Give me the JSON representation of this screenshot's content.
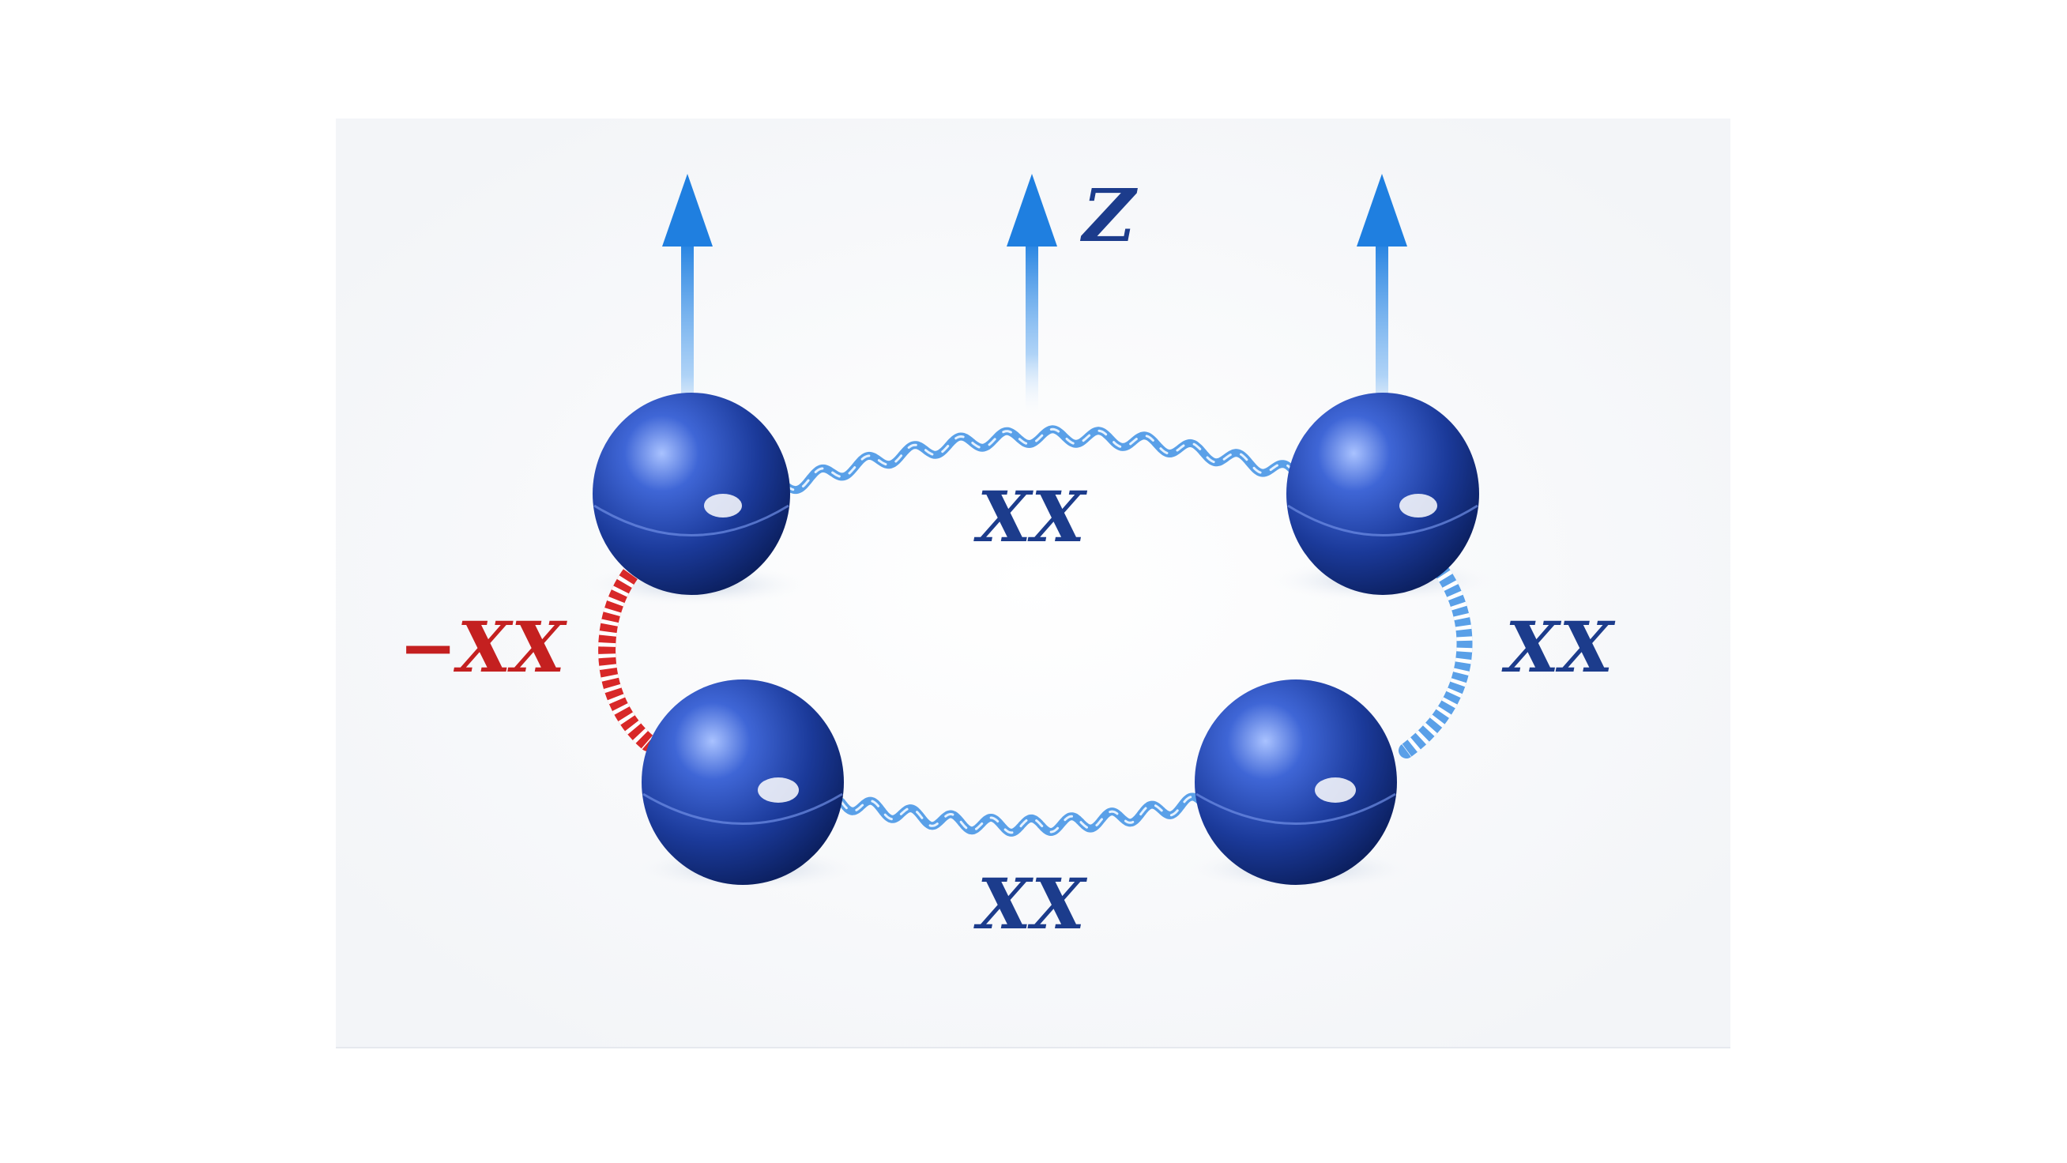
{
  "diagram": {
    "axis_label": "Z",
    "labels": {
      "top_edge": "XX",
      "right_edge": "XX",
      "bottom_edge": "XX",
      "left_edge": "−XX"
    },
    "colors": {
      "qubit": "#1f3f9e",
      "coupling_blue": "#5aa0e8",
      "coupling_red": "#d82828",
      "label_blue": "#1c3c8c",
      "label_red": "#c42020",
      "arrow": "#1f7fe0"
    },
    "icons": {
      "spin_up": "up-arrow-icon",
      "qubit": "sphere-icon"
    }
  }
}
